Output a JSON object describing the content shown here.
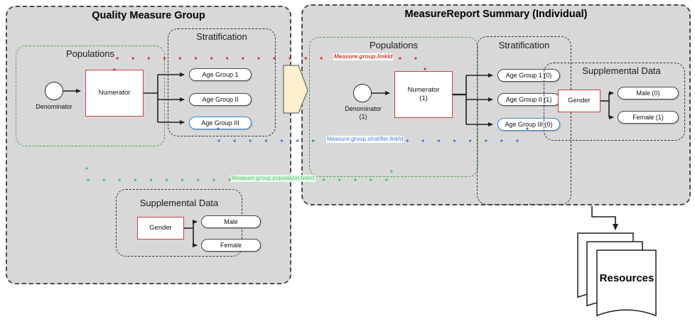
{
  "diagram": {
    "title_left": "Quality Measure Group",
    "title_right": "MeasureReport Summary (Individual)"
  },
  "left_panel": {
    "title": "Quality Measure Group",
    "populations": {
      "title": "Populations",
      "denominator_label": "Denominator",
      "numerator_label": "Numerator"
    },
    "stratification": {
      "title": "Stratification",
      "items": [
        {
          "label": "Age Group 1",
          "accent": "gray"
        },
        {
          "label": "Age Group II",
          "accent": "gray"
        },
        {
          "label": "Age Group III",
          "accent": "blue"
        }
      ]
    },
    "supplemental": {
      "title": "Supplemental Data",
      "source_label": "Gender",
      "items": [
        {
          "label": "Male"
        },
        {
          "label": "Female"
        }
      ]
    }
  },
  "right_panel": {
    "title": "MeasureReport Summary (Individual)",
    "populations": {
      "title": "Populations",
      "denominator_label": "Denominator",
      "denominator_count": "(1)",
      "numerator_label": "Numerator",
      "numerator_count": "(1)"
    },
    "stratification": {
      "title": "Stratification",
      "items": [
        {
          "label": "Age Group 1 (0)",
          "accent": "gray"
        },
        {
          "label": "Age Group II (1)",
          "accent": "gray"
        },
        {
          "label": "Age Group III (0)",
          "accent": "blue"
        }
      ]
    },
    "supplemental": {
      "title": "Supplemental Data",
      "source_label": "Gender",
      "items": [
        {
          "label": "Male (0)"
        },
        {
          "label": "Female (1)"
        }
      ]
    }
  },
  "link_labels": {
    "group_linkid": "Measure.group.linkId",
    "stratifier_linkid": "Measure.group.stratifier.linkId",
    "population_linkid": "Measure.group.population.linkId"
  },
  "resources": {
    "label": "Resources"
  },
  "colors": {
    "panel_fill": "#d8d8d8",
    "panel_border": "#4d4d4d",
    "accent_red": "#c9413f",
    "accent_blue": "#3f87d4",
    "accent_green": "#49a04a",
    "chevron_fill": "#fdf0cf",
    "link_red": "#d03a34",
    "link_blue": "#3f7fd0",
    "link_green": "#4cbf61"
  }
}
